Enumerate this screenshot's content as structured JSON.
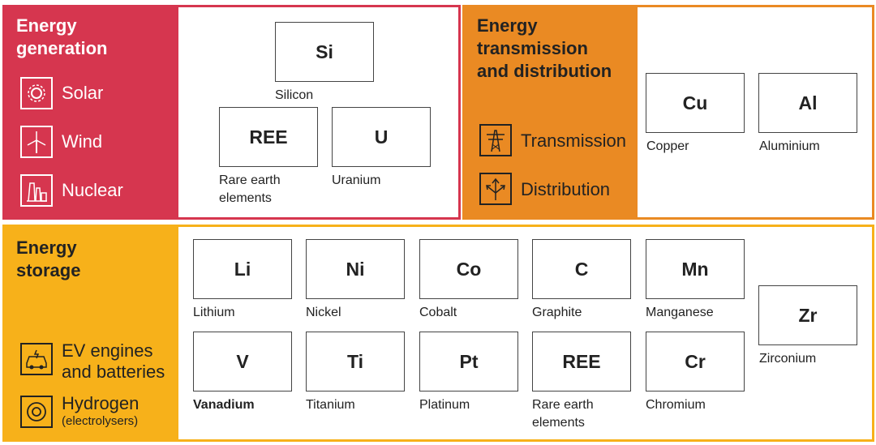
{
  "generation": {
    "title_line1": "Energy",
    "title_line2": "generation",
    "techs": [
      {
        "label": "Solar",
        "icon": "sun-icon"
      },
      {
        "label": "Wind",
        "icon": "wind-turbine-icon"
      },
      {
        "label": "Nuclear",
        "icon": "nuclear-plant-icon"
      }
    ],
    "minerals": [
      {
        "symbol": "Si",
        "name": "Silicon"
      },
      {
        "symbol": "REE",
        "name_line1": "Rare earth",
        "name_line2": "elements"
      },
      {
        "symbol": "U",
        "name": "Uranium"
      }
    ]
  },
  "transmission": {
    "title_line1": "Energy",
    "title_line2": "transmission",
    "title_line3": "and distribution",
    "techs": [
      {
        "label": "Transmission",
        "icon": "pylon-icon"
      },
      {
        "label": "Distribution",
        "icon": "distribution-arrows-icon"
      }
    ],
    "minerals": [
      {
        "symbol": "Cu",
        "name": "Copper"
      },
      {
        "symbol": "Al",
        "name": "Aluminium"
      }
    ]
  },
  "storage": {
    "title_line1": "Energy",
    "title_line2": "storage",
    "techs": [
      {
        "label_line1": "EV engines",
        "label_line2": "and batteries",
        "icon": "ev-battery-icon"
      },
      {
        "label_line1": "Hydrogen",
        "label_line2": "(electrolysers)",
        "icon": "hydrogen-icon"
      }
    ],
    "minerals": [
      {
        "symbol": "Li",
        "name": "Lithium"
      },
      {
        "symbol": "Ni",
        "name": "Nickel"
      },
      {
        "symbol": "Co",
        "name": "Cobalt"
      },
      {
        "symbol": "C",
        "name": "Graphite"
      },
      {
        "symbol": "Mn",
        "name": "Manganese"
      },
      {
        "symbol": "V",
        "name": "Vanadium"
      },
      {
        "symbol": "Ti",
        "name": "Titanium"
      },
      {
        "symbol": "Pt",
        "name": "Platinum"
      },
      {
        "symbol": "REE",
        "name_line1": "Rare earth",
        "name_line2": "elements"
      },
      {
        "symbol": "Cr",
        "name": "Chromium"
      },
      {
        "symbol": "Zr",
        "name": "Zirconium"
      }
    ]
  },
  "colors": {
    "generation": "#d6364f",
    "transmission": "#ea8a23",
    "storage": "#f7b11a"
  }
}
